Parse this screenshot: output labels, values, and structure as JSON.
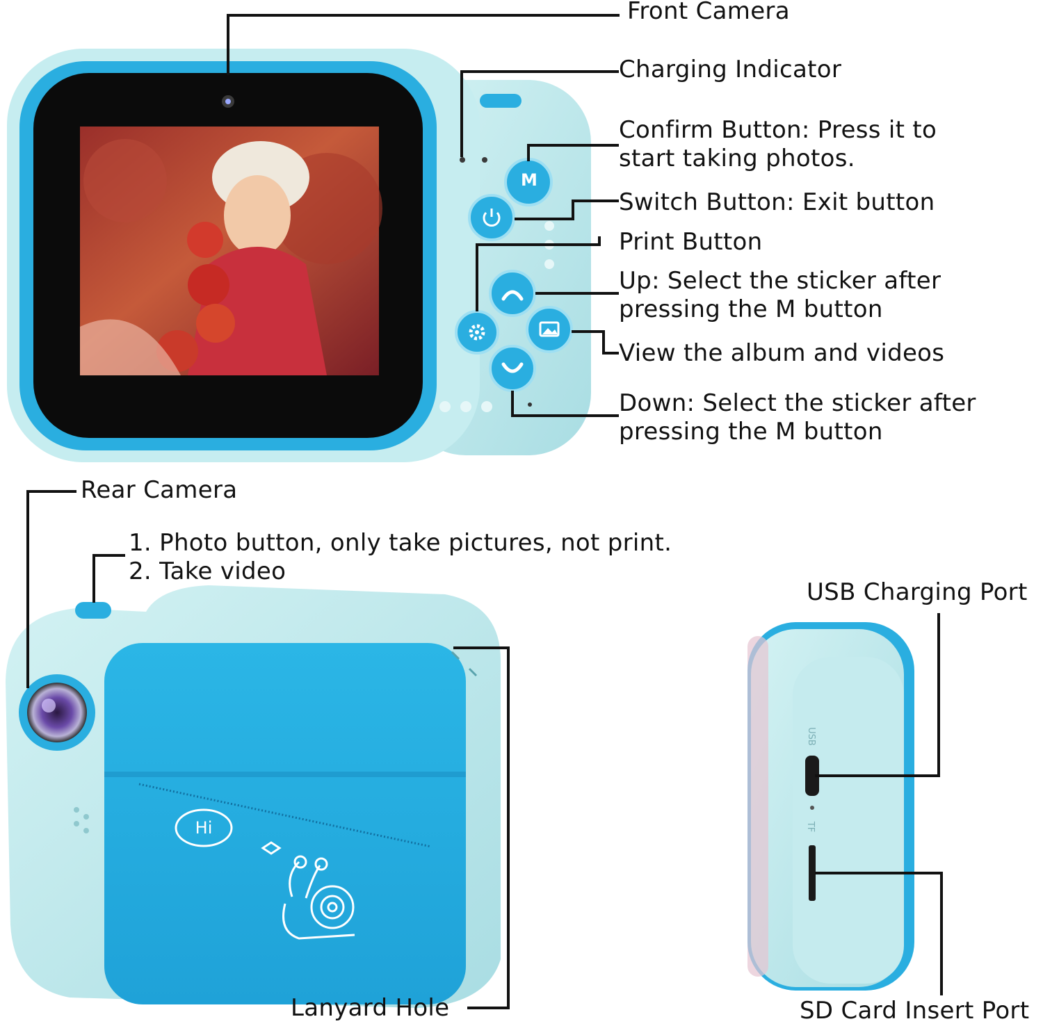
{
  "front_view": {
    "callouts": {
      "front_camera": "Front Camera",
      "charging_indicator": "Charging Indicator",
      "confirm_button_line1": "Confirm Button: Press it to",
      "confirm_button_line2": "start taking photos.",
      "switch_button": "Switch Button: Exit button",
      "print_button": "Print Button",
      "up_line1": "Up: Select the sticker after",
      "up_line2": "pressing the M button",
      "view_album": "View the album and videos",
      "down_line1": "Down: Select the sticker after",
      "down_line2": "pressing the M button"
    },
    "buttons": {
      "confirm": "M"
    }
  },
  "rear_view": {
    "callouts": {
      "rear_camera": "Rear Camera",
      "photo_button_line1": "1. Photo button, only take pictures, not print.",
      "photo_button_line2": "2. Take video",
      "lanyard_hole": "Lanyard Hole"
    },
    "decor": {
      "hi": "Hi"
    }
  },
  "side_view": {
    "callouts": {
      "usb_port": "USB Charging Port",
      "sd_port": "SD Card Insert Port"
    },
    "port_marks": {
      "usb": "USB",
      "tf": "TF"
    }
  },
  "colors": {
    "body": "#bfe9ec",
    "accent_blue": "#2aaee0",
    "screen_bezel": "#0b0b0b"
  }
}
